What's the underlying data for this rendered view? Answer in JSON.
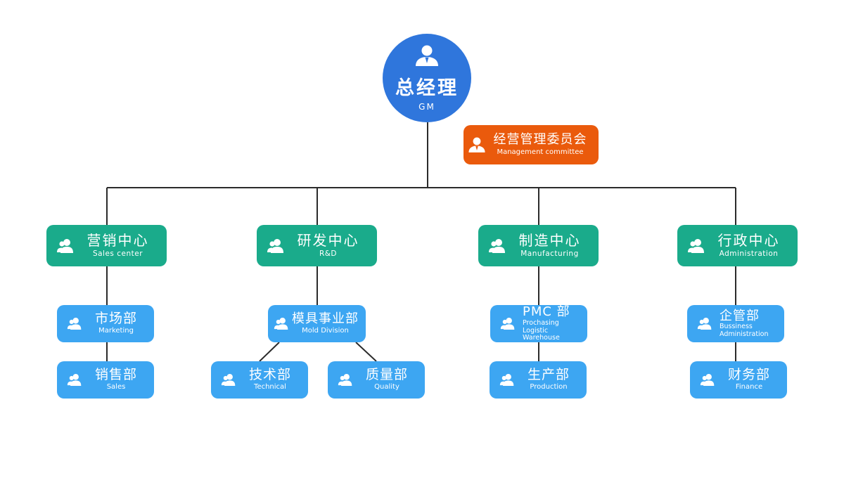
{
  "colors": {
    "gm": "#2f76dc",
    "committee": "#ea5a0c",
    "center": "#1aab8b",
    "department": "#3da6f2",
    "connector": "#2b2b2b"
  },
  "icon": "person-icon",
  "gm": {
    "zh": "总经理",
    "en": "GM"
  },
  "committee": {
    "zh": "经营管理委员会",
    "en": "Management committee"
  },
  "centers": [
    {
      "zh": "营销中心",
      "en": "Sales center"
    },
    {
      "zh": "研发中心",
      "en": "R&D"
    },
    {
      "zh": "制造中心",
      "en": "Manufacturing"
    },
    {
      "zh": "行政中心",
      "en": "Administration"
    }
  ],
  "departments": {
    "marketing": {
      "zh": "市场部",
      "en": "Marketing"
    },
    "sales": {
      "zh": "销售部",
      "en": "Sales"
    },
    "mold": {
      "zh": "模具事业部",
      "en": "Mold Division"
    },
    "technical": {
      "zh": "技术部",
      "en": "Technical"
    },
    "quality": {
      "zh": "质量部",
      "en": "Quality"
    },
    "pmc": {
      "zh": "PMC 部",
      "en_lines": [
        "Prochasing",
        "Logistic",
        "Warehouse"
      ]
    },
    "production": {
      "zh": "生产部",
      "en": "Production"
    },
    "enterprise_mgmt": {
      "zh": "企管部",
      "en_lines": [
        "Bussiness",
        "Administration"
      ]
    },
    "finance": {
      "zh": "财务部",
      "en": "Finance"
    }
  }
}
